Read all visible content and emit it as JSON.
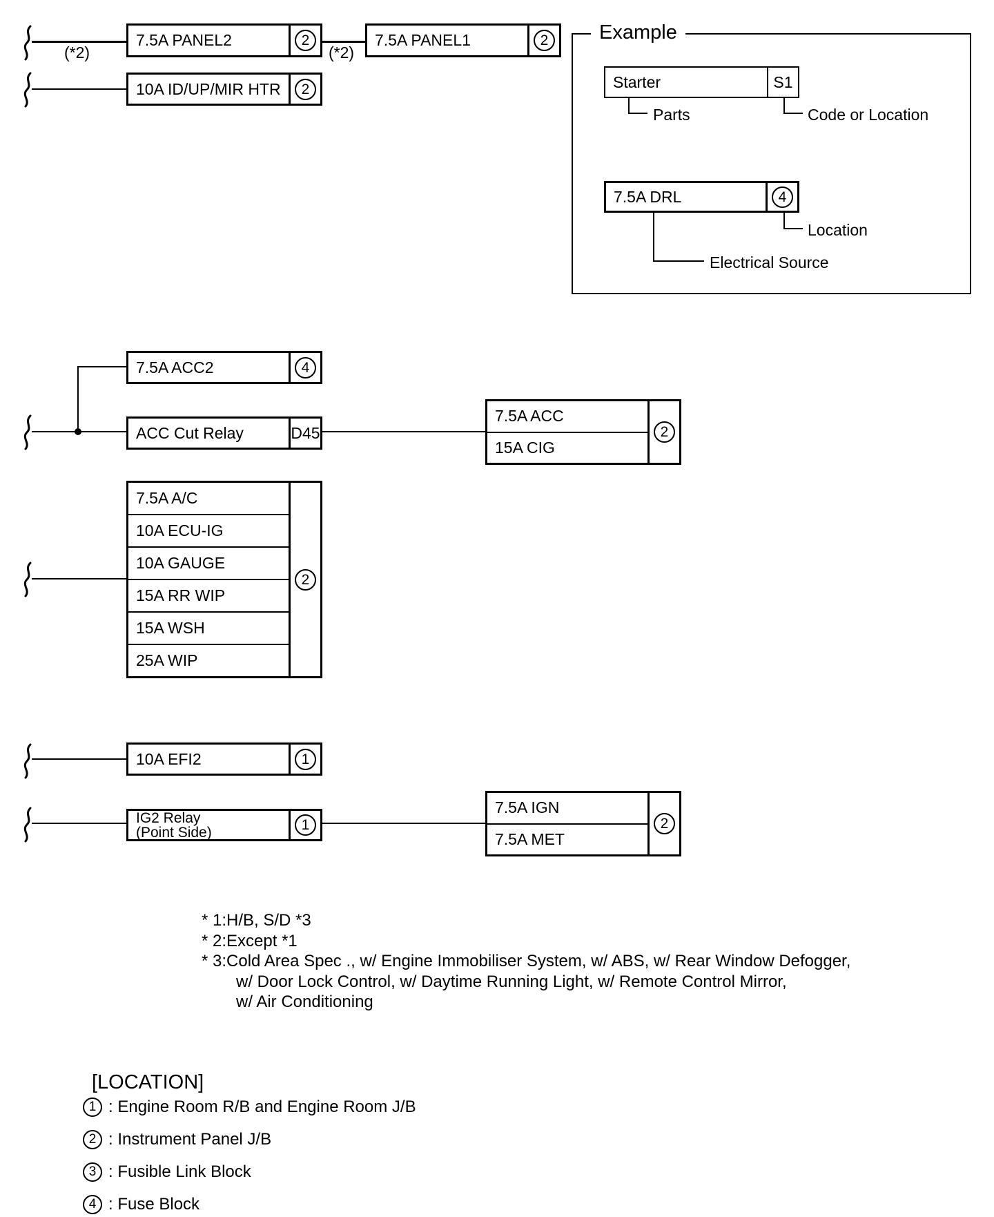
{
  "colors": {
    "ink": "#000000",
    "background": "#ffffff"
  },
  "top": {
    "note_left": "(*2)",
    "note_mid": "(*2)",
    "panel2": {
      "label": "7.5A PANEL2",
      "badge": "2"
    },
    "panel1": {
      "label": "7.5A PANEL1",
      "badge": "2"
    },
    "id_up_mir": {
      "label": "10A ID/UP/MIR HTR",
      "badge": "2"
    }
  },
  "example": {
    "title": "Example",
    "starter": {
      "label": "Starter",
      "code": "S1"
    },
    "parts_caption": "Parts",
    "code_caption": "Code or Location",
    "drl": {
      "label": "7.5A DRL",
      "badge": "4"
    },
    "location_caption": "Location",
    "source_caption": "Electrical Source"
  },
  "acc": {
    "acc2": {
      "label": "7.5A ACC2",
      "badge": "4"
    },
    "relay": {
      "label": "ACC Cut Relay",
      "code": "D45"
    },
    "acc_cig": {
      "row1": "7.5A ACC",
      "row2": "15A CIG",
      "badge": "2"
    }
  },
  "fuse_list": {
    "rows": [
      "7.5A A/C",
      "10A ECU-IG",
      "10A GAUGE",
      "15A RR WIP",
      "15A WSH",
      "25A WIP"
    ],
    "badge": "2"
  },
  "ignition": {
    "efi2": {
      "label": "10A EFI2",
      "badge": "1"
    },
    "ig2_relay": {
      "line1": "IG2 Relay",
      "line2": "(Point Side)",
      "badge": "1"
    },
    "ign_met": {
      "row1": "7.5A IGN",
      "row2": "7.5A MET",
      "badge": "2"
    }
  },
  "notes": {
    "line1": "* 1:H/B, S/D *3",
    "line2": "* 2:Except *1",
    "line3": "* 3:Cold Area Spec ., w/ Engine Immobiliser System, w/ ABS, w/ Rear Window Defogger,",
    "line4": "w/ Door Lock Control, w/ Daytime Running Light, w/ Remote Control Mirror,",
    "line5": "w/ Air Conditioning"
  },
  "location": {
    "heading": "[LOCATION]",
    "items": [
      {
        "num": "1",
        "label": ": Engine Room R/B and Engine Room J/B"
      },
      {
        "num": "2",
        "label": ": Instrument Panel J/B"
      },
      {
        "num": "3",
        "label": ": Fusible Link Block"
      },
      {
        "num": "4",
        "label": ": Fuse Block"
      }
    ]
  }
}
